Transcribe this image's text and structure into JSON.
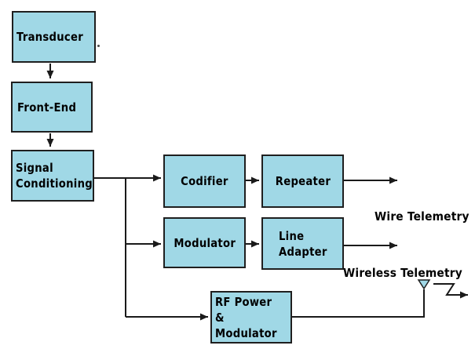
{
  "diagram": {
    "type": "block-diagram",
    "subject": "Telemetry system signal chain",
    "blocks": [
      {
        "id": "transducer",
        "label": "Transducer"
      },
      {
        "id": "front-end",
        "label": "Front-End"
      },
      {
        "id": "signal-conditioning",
        "label": "Signal\nConditioning"
      },
      {
        "id": "codifier",
        "label": "Codifier"
      },
      {
        "id": "repeater",
        "label": "Repeater"
      },
      {
        "id": "modulator",
        "label": "Modulator"
      },
      {
        "id": "line-adapter",
        "label": "Line\nAdapter"
      },
      {
        "id": "rf-power",
        "label": "RF Power\n& Modulator"
      }
    ],
    "annotations": [
      {
        "id": "wire-telemetry",
        "text": "Wire Telemetry"
      },
      {
        "id": "wireless-telemetry",
        "text": "Wireless Telemetry"
      }
    ],
    "icons": [
      {
        "id": "antenna",
        "name": "antenna-icon"
      },
      {
        "id": "rf-wave",
        "name": "rf-wave-arrow-icon"
      }
    ],
    "edges": [
      {
        "from": "transducer",
        "to": "front-end"
      },
      {
        "from": "front-end",
        "to": "signal-conditioning"
      },
      {
        "from": "signal-conditioning",
        "to": "codifier"
      },
      {
        "from": "codifier",
        "to": "repeater"
      },
      {
        "from": "repeater",
        "to": "wire-output"
      },
      {
        "from": "signal-conditioning",
        "to": "modulator"
      },
      {
        "from": "modulator",
        "to": "line-adapter"
      },
      {
        "from": "line-adapter",
        "to": "wire-output"
      },
      {
        "from": "signal-conditioning",
        "to": "rf-power"
      },
      {
        "from": "rf-power",
        "to": "antenna"
      },
      {
        "from": "antenna",
        "to": "radiated-output"
      }
    ],
    "colors": {
      "block_fill": "#a0d8e6",
      "block_border": "#1f1f1f",
      "connector": "#1a1a1a",
      "text": "#000000",
      "background": "#ffffff"
    }
  }
}
